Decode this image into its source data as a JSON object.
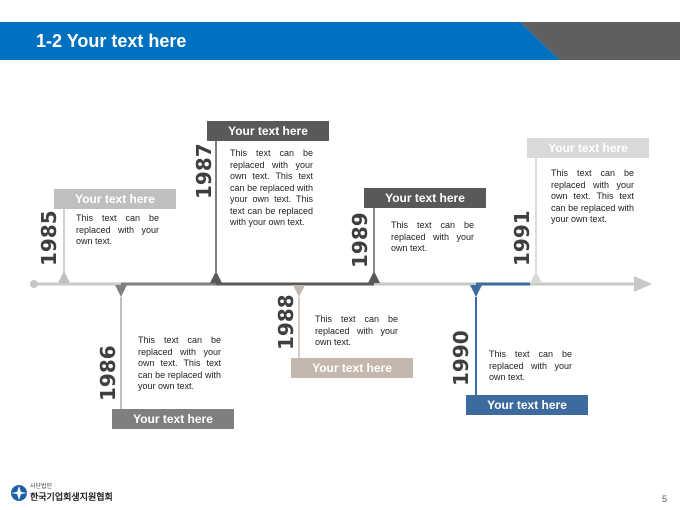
{
  "header": {
    "title": "1-2 Your text here"
  },
  "events": [
    {
      "year": "1985",
      "label": "Your text here",
      "text": "This text can be replaced with your own text."
    },
    {
      "year": "1986",
      "label": "Your text here",
      "text": "This text can be replaced with your own text. This text can be replaced with your own text."
    },
    {
      "year": "1987",
      "label": "Your text here",
      "text": "This text can be replaced with your own text. This text can be replaced with your own text. This text can be replaced with your own text."
    },
    {
      "year": "1988",
      "label": "Your text here",
      "text": "This text can be replaced with your own text."
    },
    {
      "year": "1989",
      "label": "Your text here",
      "text": "This text can be replaced with your own text."
    },
    {
      "year": "1990",
      "label": "Your text here",
      "text": "This text can be replaced with your own text."
    },
    {
      "year": "1991",
      "label": "Your text here",
      "text": "This text can be replaced with your own text. This text can be replaced with your own text."
    }
  ],
  "footer": {
    "org_small": "사단법인",
    "org_name": "한국기업회생지원협회",
    "page_number": "5"
  },
  "colors": {
    "blue": "#0070c0",
    "dark_gray": "#595959",
    "mid_gray": "#7f7f7f",
    "light_gray": "#bfbfbf",
    "beige": "#c4b8ae",
    "steel_blue": "#3e6b9e",
    "axis": "#c8c8c8"
  }
}
